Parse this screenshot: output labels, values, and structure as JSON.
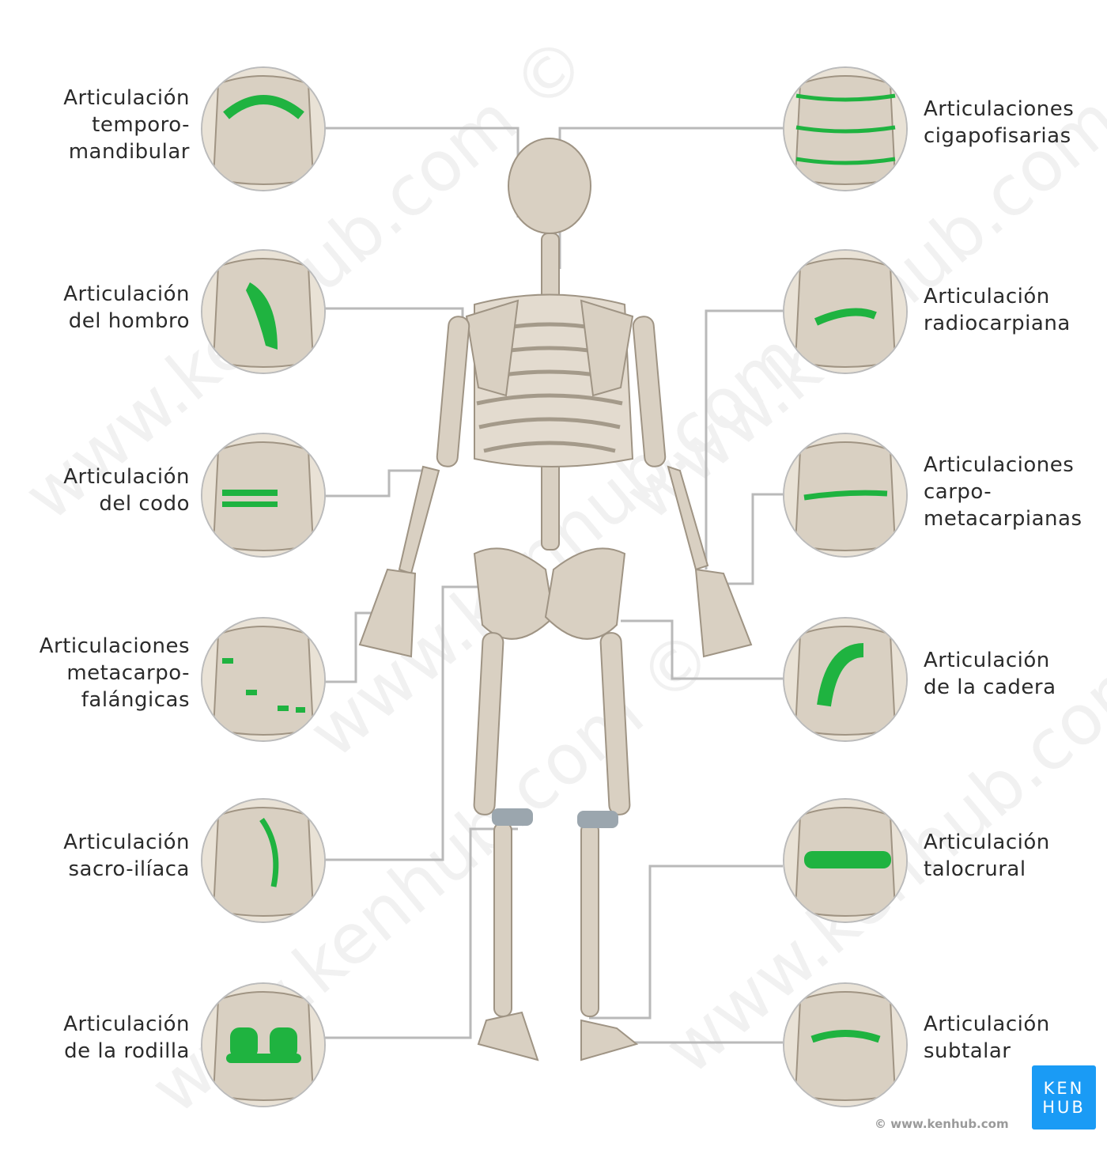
{
  "watermark": "www.kenhub.com ©",
  "colors": {
    "highlight": "#1fb340",
    "bone": "#d9d0c2",
    "line": "#b9b9b9",
    "brand": "#1a9bf5"
  },
  "left_labels": [
    {
      "lines": [
        "Articulación",
        "temporo-",
        "mandibular"
      ]
    },
    {
      "lines": [
        "Articulación",
        "del hombro"
      ]
    },
    {
      "lines": [
        "Articulación",
        "del codo"
      ]
    },
    {
      "lines": [
        "Articulaciones",
        "metacarpo-",
        "falángicas"
      ]
    },
    {
      "lines": [
        "Articulación",
        "sacro-ilíaca"
      ]
    },
    {
      "lines": [
        "Articulación",
        "de la rodilla"
      ]
    }
  ],
  "right_labels": [
    {
      "lines": [
        "Articulaciones",
        "cigapofisarias"
      ]
    },
    {
      "lines": [
        "Articulación",
        "radiocarpiana"
      ]
    },
    {
      "lines": [
        "Articulaciones",
        "carpo-",
        "metacarpianas"
      ]
    },
    {
      "lines": [
        "Articulación",
        "de la cadera"
      ]
    },
    {
      "lines": [
        "Articulación",
        "talocrural"
      ]
    },
    {
      "lines": [
        "Articulación",
        "subtalar"
      ]
    }
  ],
  "logo": {
    "line1": "KEN",
    "line2": "HUB"
  },
  "copyright": "© www.kenhub.com"
}
